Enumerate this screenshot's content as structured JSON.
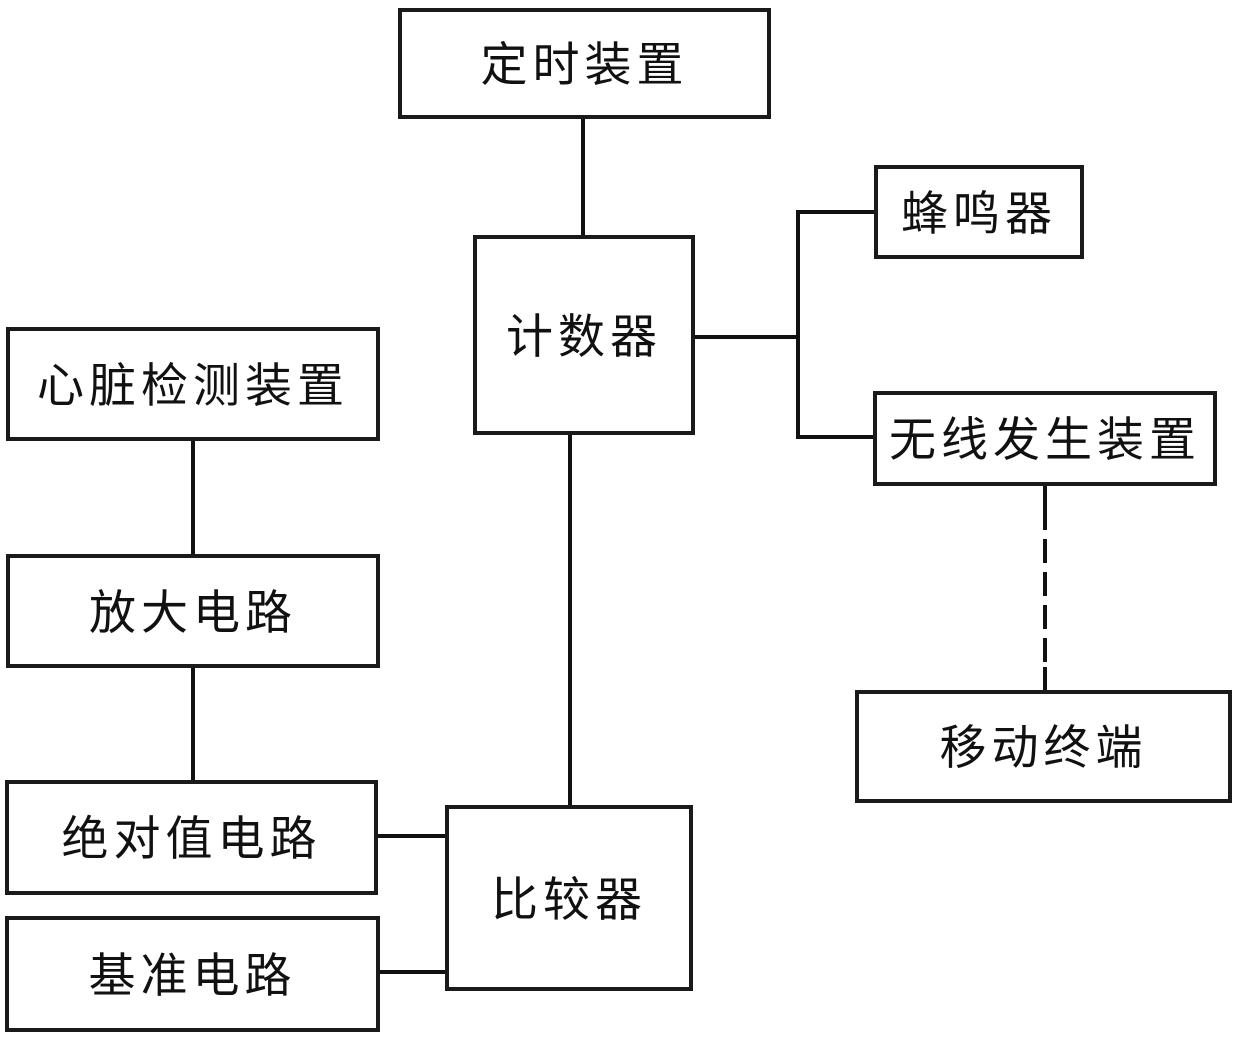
{
  "diagram": {
    "type": "block-diagram",
    "background": "#ffffff",
    "line_color": "#111111",
    "text_color": "#111111",
    "nodes": {
      "timing": {
        "label": "定时装置"
      },
      "counter": {
        "label": "计数器"
      },
      "buzzer": {
        "label": "蜂鸣器"
      },
      "wireless": {
        "label": "无线发生装置"
      },
      "mobile": {
        "label": "移动终端"
      },
      "heart": {
        "label": "心脏检测装置"
      },
      "amplifier": {
        "label": "放大电路"
      },
      "absolute": {
        "label": "绝对值电路"
      },
      "reference": {
        "label": "基准电路"
      },
      "comparator": {
        "label": "比较器"
      }
    },
    "edges": [
      {
        "from": "timing",
        "to": "counter",
        "style": "solid"
      },
      {
        "from": "counter",
        "to": "buzzer",
        "style": "solid"
      },
      {
        "from": "counter",
        "to": "wireless",
        "style": "solid"
      },
      {
        "from": "counter",
        "to": "comparator",
        "style": "solid"
      },
      {
        "from": "wireless",
        "to": "mobile",
        "style": "dashed"
      },
      {
        "from": "heart",
        "to": "amplifier",
        "style": "solid"
      },
      {
        "from": "amplifier",
        "to": "absolute",
        "style": "solid"
      },
      {
        "from": "absolute",
        "to": "comparator",
        "style": "solid"
      },
      {
        "from": "reference",
        "to": "comparator",
        "style": "solid"
      }
    ]
  }
}
